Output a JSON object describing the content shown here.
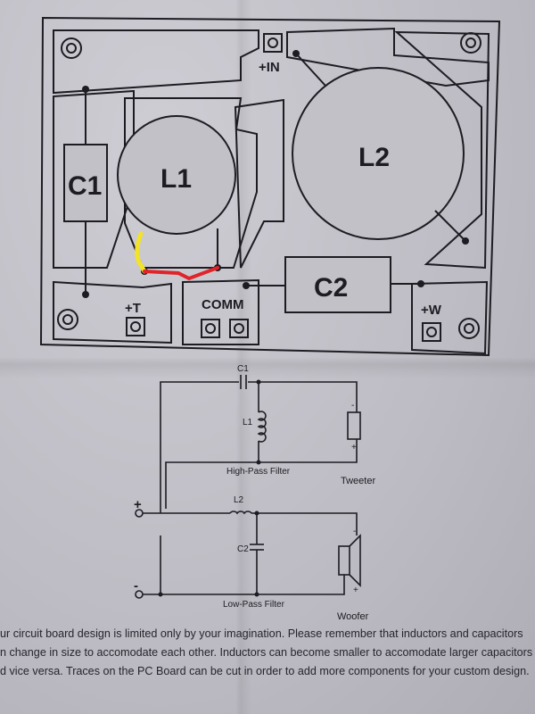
{
  "board": {
    "c1": "C1",
    "l1": "L1",
    "l2": "L2",
    "c2": "C2",
    "in_terminal": "+IN",
    "t_terminal": "+T",
    "comm_terminal": "COMM",
    "w_terminal": "+W"
  },
  "schematic": {
    "c1": "C1",
    "l1": "L1",
    "l2": "L2",
    "c2": "C2",
    "plus": "+",
    "minus": "-",
    "tweeter_minus": "-",
    "tweeter_plus": "+",
    "woofer_minus": "-",
    "woofer_plus": "+",
    "high_pass": "High-Pass Filter",
    "low_pass": "Low-Pass Filter",
    "tweeter": "Tweeter",
    "woofer": "Woofer"
  },
  "notes": [
    "ur circuit board design is limited only by your imagination. Please remember that inductors and capacitors",
    "n change in size to accomodate each other. Inductors can become smaller to accomodate larger capacitors",
    "d vice versa. Traces on the PC Board can be cut in order to add more components for your custom design."
  ],
  "colors": {
    "ink": "#1c1c22",
    "yellow_wire": "#f2e22a",
    "red_wire": "#e0242a",
    "paper": "#c6c4cb"
  }
}
